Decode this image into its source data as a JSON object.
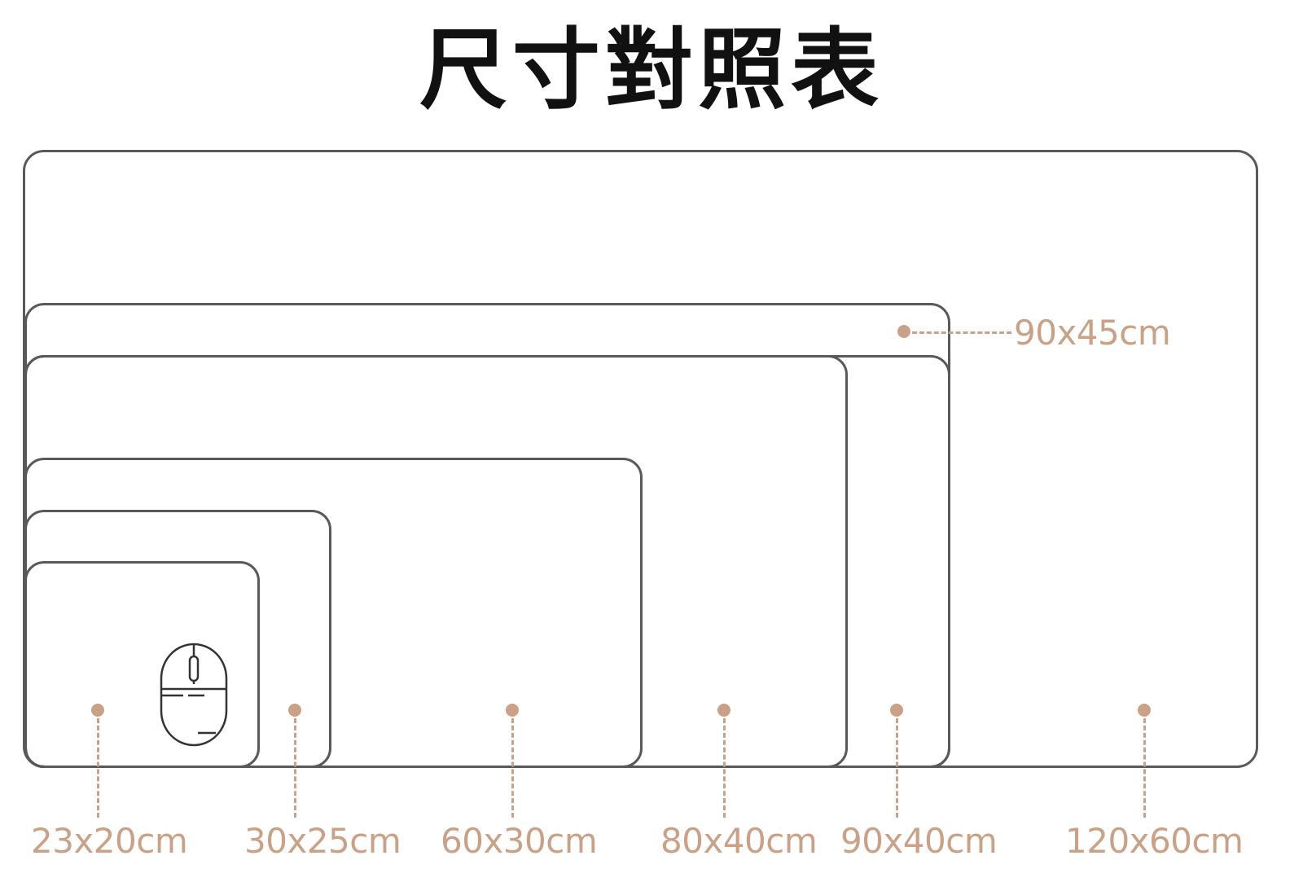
{
  "title": "尺寸對照表",
  "accent_color": "#c9a186",
  "outline_color": "#595959",
  "sizes": [
    {
      "label": "23x20cm"
    },
    {
      "label": "30x25cm"
    },
    {
      "label": "60x30cm"
    },
    {
      "label": "80x40cm"
    },
    {
      "label": "90x40cm"
    },
    {
      "label": "120x60cm"
    },
    {
      "label": "90x45cm"
    }
  ],
  "icons": [
    "mouse-icon"
  ]
}
